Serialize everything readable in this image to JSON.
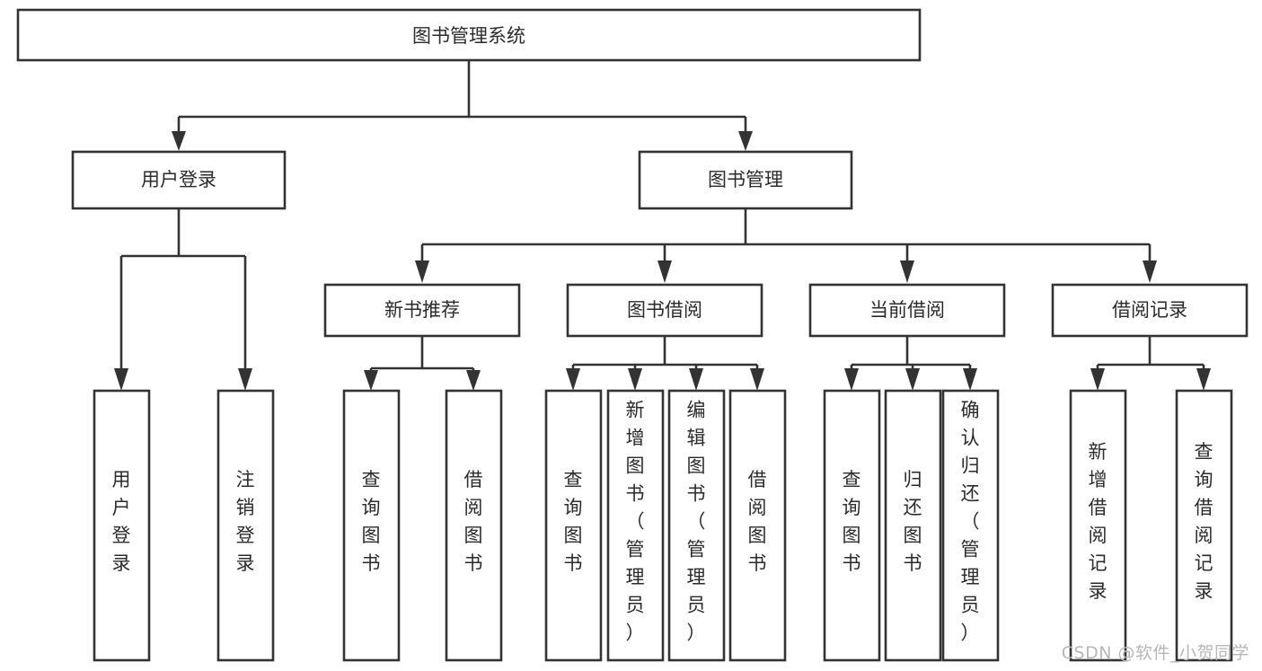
{
  "diagram": {
    "type": "tree",
    "title": "图书管理系统",
    "orientation": "top-down",
    "colors": {
      "box_fill": "#ffffff",
      "box_stroke": "#333333",
      "text": "#2b2b2b",
      "background": "#ffffff",
      "watermark": "#b7b7b7"
    },
    "root": {
      "id": "root",
      "label": "图书管理系统",
      "text_orientation": "horizontal"
    },
    "level2": [
      {
        "id": "user-login",
        "label": "用户登录",
        "text_orientation": "horizontal"
      },
      {
        "id": "book-manage",
        "label": "图书管理",
        "text_orientation": "horizontal"
      }
    ],
    "level3": [
      {
        "id": "new-book-recommend",
        "label": "新书推荐",
        "text_orientation": "horizontal",
        "parent": "book-manage"
      },
      {
        "id": "book-borrow",
        "label": "图书借阅",
        "text_orientation": "horizontal",
        "parent": "book-manage"
      },
      {
        "id": "current-borrow",
        "label": "当前借阅",
        "text_orientation": "horizontal",
        "parent": "book-manage"
      },
      {
        "id": "borrow-record",
        "label": "借阅记录",
        "text_orientation": "horizontal",
        "parent": "book-manage"
      }
    ],
    "leaves": [
      {
        "id": "leaf-user-login",
        "label": "用户登录",
        "chars": [
          "用",
          "户",
          "登",
          "录"
        ],
        "text_orientation": "vertical",
        "parent": "user-login"
      },
      {
        "id": "leaf-user-logout",
        "label": "注销登录",
        "chars": [
          "注",
          "销",
          "登",
          "录"
        ],
        "text_orientation": "vertical",
        "parent": "user-login"
      },
      {
        "id": "leaf-query-book-rec",
        "label": "查询图书",
        "chars": [
          "查",
          "询",
          "图",
          "书"
        ],
        "text_orientation": "vertical",
        "parent": "new-book-recommend"
      },
      {
        "id": "leaf-borrow-book-rec",
        "label": "借阅图书",
        "chars": [
          "借",
          "阅",
          "图",
          "书"
        ],
        "text_orientation": "vertical",
        "parent": "new-book-recommend"
      },
      {
        "id": "leaf-query-book-borrow",
        "label": "查询图书",
        "chars": [
          "查",
          "询",
          "图",
          "书"
        ],
        "text_orientation": "vertical",
        "parent": "book-borrow"
      },
      {
        "id": "leaf-add-book-admin",
        "label": "新增图书（管理员）",
        "chars": [
          "新",
          "增",
          "图",
          "书",
          "（",
          "管",
          "理",
          "员",
          "）"
        ],
        "text_orientation": "vertical",
        "parent": "book-borrow"
      },
      {
        "id": "leaf-edit-book-admin",
        "label": "编辑图书（管理员）",
        "chars": [
          "编",
          "辑",
          "图",
          "书",
          "（",
          "管",
          "理",
          "员",
          "）"
        ],
        "text_orientation": "vertical",
        "parent": "book-borrow"
      },
      {
        "id": "leaf-borrow-book",
        "label": "借阅图书",
        "chars": [
          "借",
          "阅",
          "图",
          "书"
        ],
        "text_orientation": "vertical",
        "parent": "book-borrow"
      },
      {
        "id": "leaf-query-book-cur",
        "label": "查询图书",
        "chars": [
          "查",
          "询",
          "图",
          "书"
        ],
        "text_orientation": "vertical",
        "parent": "current-borrow"
      },
      {
        "id": "leaf-return-book",
        "label": "归还图书",
        "chars": [
          "归",
          "还",
          "图",
          "书"
        ],
        "text_orientation": "vertical",
        "parent": "current-borrow"
      },
      {
        "id": "leaf-confirm-return-admin",
        "label": "确认归还（管理员）",
        "chars": [
          "确",
          "认",
          "归",
          "还",
          "（",
          "管",
          "理",
          "员",
          "）"
        ],
        "text_orientation": "vertical",
        "parent": "current-borrow"
      },
      {
        "id": "leaf-add-borrow-record",
        "label": "新增借阅记录",
        "chars": [
          "新",
          "增",
          "借",
          "阅",
          "记",
          "录"
        ],
        "text_orientation": "vertical",
        "parent": "borrow-record"
      },
      {
        "id": "leaf-query-borrow-record",
        "label": "查询借阅记录",
        "chars": [
          "查",
          "询",
          "借",
          "阅",
          "记",
          "录"
        ],
        "text_orientation": "vertical",
        "parent": "borrow-record"
      }
    ]
  },
  "watermark": {
    "text": "CSDN @软件_小贺同学"
  }
}
